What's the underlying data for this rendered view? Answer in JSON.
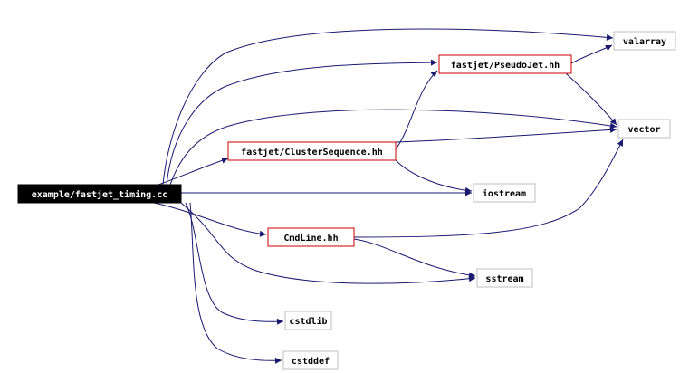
{
  "graph": {
    "root": "example/fastjet_timing.cc",
    "nodes": [
      {
        "id": "root",
        "label": "example/fastjet_timing.cc",
        "style": "root"
      },
      {
        "id": "valarray",
        "label": "valarray",
        "style": "system"
      },
      {
        "id": "pseudojet",
        "label": "fastjet/PseudoJet.hh",
        "style": "local"
      },
      {
        "id": "vector",
        "label": "vector",
        "style": "system"
      },
      {
        "id": "clusterseq",
        "label": "fastjet/ClusterSequence.hh",
        "style": "local"
      },
      {
        "id": "iostream",
        "label": "iostream",
        "style": "system"
      },
      {
        "id": "cmdline",
        "label": "CmdLine.hh",
        "style": "local"
      },
      {
        "id": "sstream",
        "label": "sstream",
        "style": "system"
      },
      {
        "id": "cstdlib",
        "label": "cstdlib",
        "style": "system"
      },
      {
        "id": "cstddef",
        "label": "cstddef",
        "style": "system"
      }
    ],
    "edges": [
      {
        "from": "root",
        "to": "valarray"
      },
      {
        "from": "root",
        "to": "pseudojet"
      },
      {
        "from": "root",
        "to": "vector"
      },
      {
        "from": "root",
        "to": "clusterseq"
      },
      {
        "from": "root",
        "to": "iostream"
      },
      {
        "from": "root",
        "to": "cmdline"
      },
      {
        "from": "root",
        "to": "sstream"
      },
      {
        "from": "root",
        "to": "cstdlib"
      },
      {
        "from": "root",
        "to": "cstddef"
      },
      {
        "from": "pseudojet",
        "to": "valarray"
      },
      {
        "from": "pseudojet",
        "to": "vector"
      },
      {
        "from": "clusterseq",
        "to": "pseudojet"
      },
      {
        "from": "clusterseq",
        "to": "vector"
      },
      {
        "from": "clusterseq",
        "to": "iostream"
      },
      {
        "from": "cmdline",
        "to": "vector"
      },
      {
        "from": "cmdline",
        "to": "sstream"
      }
    ],
    "colors": {
      "edge": "#191970",
      "root_fill": "#000000",
      "root_text": "#ffffff",
      "local_border": "#cc0000",
      "system_border": "#bfbfbf",
      "node_fill": "#ffffff",
      "node_text": "#000000"
    }
  }
}
